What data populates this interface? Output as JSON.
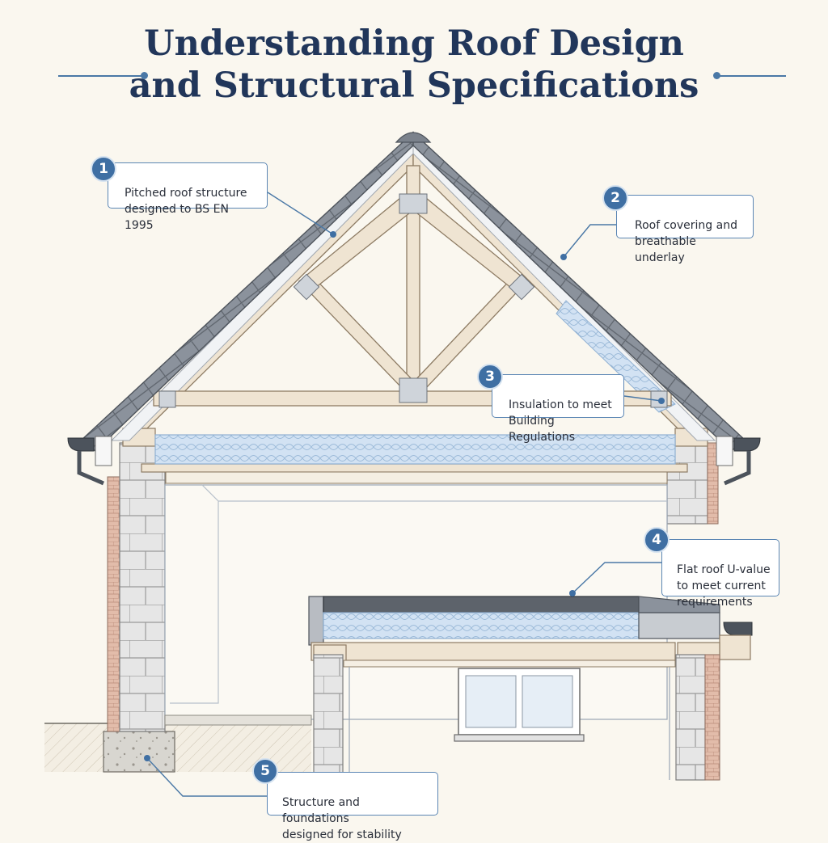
{
  "title": {
    "line1": "Understanding Roof Design",
    "line2": "and Structural Specifications"
  },
  "callouts": [
    {
      "number": "1",
      "text": "Pitched roof structure\ndesigned to BS EN 1995"
    },
    {
      "number": "2",
      "text": "Roof covering and\nbreathable underlay"
    },
    {
      "number": "3",
      "text": "Insulation to meet\nBuilding Regulations"
    },
    {
      "number": "4",
      "text": "Flat roof U-value\nto meet current\nrequirements"
    },
    {
      "number": "5",
      "text": "Structure and foundations\ndesigned for stability"
    }
  ],
  "colors": {
    "title": "#21365a",
    "accent": "#3f6fa3",
    "leader": "#4a78a6",
    "timber": "#efe4d2",
    "insulation": "#cfe0f1",
    "roof_tile": "#7e8590",
    "block": "#e3e3e3",
    "brick": "#e0b9a8"
  }
}
